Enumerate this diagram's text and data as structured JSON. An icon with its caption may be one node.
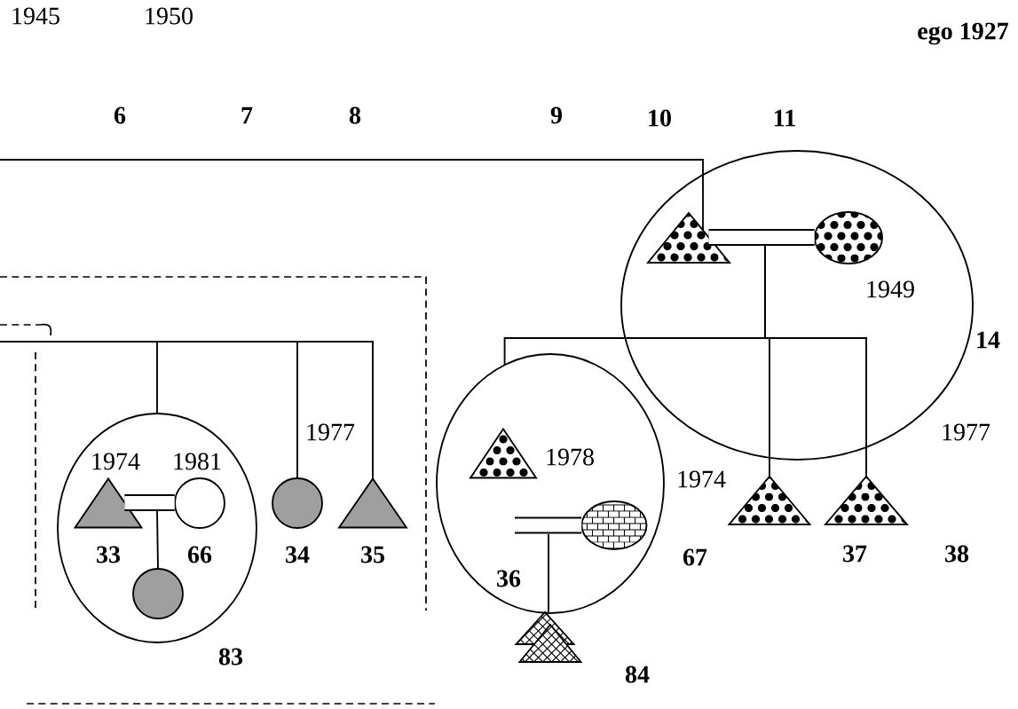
{
  "diagram": {
    "nodes": [
      {
        "text": [],
        "shape": "box"
      },
      {
        "text": [],
        "shape": "ellipse",
        "in": 0
      },
      {
        "text": [],
        "shape": "triangle",
        "in": 1,
        "beside": [
          "1974",
          "33"
        ]
      },
      {
        "text": [],
        "shape": "circle",
        "in": 1,
        "beside": [
          "1981",
          "66"
        ]
      },
      {
        "text": [],
        "shape": "circle",
        "in": 1
      },
      {
        "text": [],
        "shape": "circle",
        "in": 0,
        "beside": [
          "34"
        ]
      },
      {
        "text": [],
        "shape": "triangle",
        "in": 0,
        "beside": [
          "35"
        ]
      },
      {
        "text": [],
        "shape": "ellipse"
      },
      {
        "text": [],
        "shape": "triangle",
        "in": 7
      },
      {
        "text": [],
        "shape": "ellipse",
        "in": 7,
        "beside": [
          "1949"
        ]
      },
      {
        "text": [],
        "shape": "ellipse"
      },
      {
        "text": [],
        "shape": "triangle",
        "in": 10,
        "beside": [
          "1978"
        ]
      },
      {
        "text": [],
        "shape": "ellipse",
        "in": 10
      },
      {
        "text": [],
        "shape": "triangle"
      },
      {
        "text": [],
        "shape": "triangle"
      },
      {
        "text": [],
        "shape": "triangle",
        "beside": [
          "37"
        ]
      }
    ],
    "edges": [
      {
        "from": null,
        "to": 8,
        "arrow": "none"
      },
      {
        "from": 8,
        "to": 9,
        "arrow": "none",
        "style": "thick"
      },
      {
        "from": 8,
        "to": 10,
        "arrow": "none"
      },
      {
        "from": 8,
        "to": 14,
        "arrow": "none"
      },
      {
        "from": 8,
        "to": 15,
        "arrow": "none"
      },
      {
        "from": null,
        "to": 1,
        "arrow": "none"
      },
      {
        "from": null,
        "to": 5,
        "arrow": "none"
      },
      {
        "from": null,
        "to": 6,
        "arrow": "none"
      },
      {
        "from": 2,
        "to": 3,
        "arrow": "none",
        "style": "thick"
      },
      {
        "from": 2,
        "to": 4,
        "arrow": "none"
      },
      {
        "from": null,
        "to": 12,
        "arrow": "none",
        "style": "thick"
      },
      {
        "from": 12,
        "to": 13,
        "arrow": "none"
      }
    ],
    "labels": [
      "1945",
      "1950",
      "ego 1927",
      "6",
      "7",
      "8",
      "9",
      "10",
      "11",
      "14",
      "1977",
      "1974",
      "1977",
      "67",
      "38",
      "36",
      "83",
      "84"
    ]
  }
}
